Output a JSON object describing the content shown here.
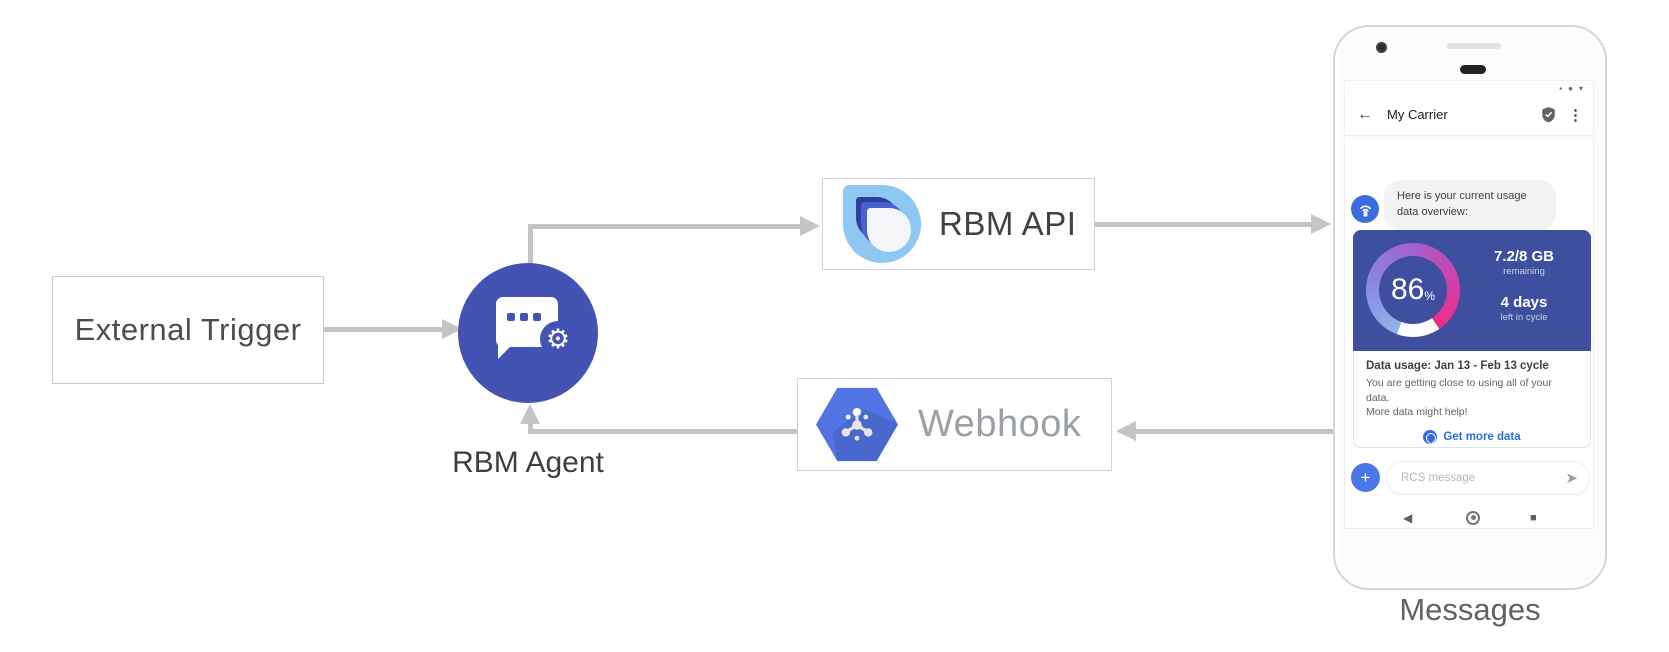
{
  "colors": {
    "arrow_gray": "#c4c4c4",
    "agent_circle": "#4253b4",
    "api_logo_light_blue": "#8ec7f2",
    "api_logo_dark_blue": "#2e3f9e",
    "webhook_hexagon_blue": "#5274e5",
    "usage_card_indigo": "#3e4f9f",
    "gauge_gradient_start": "#8fb4ec",
    "gauge_gradient_mid": "#a75ecb",
    "gauge_gradient_end": "#ef2d8a",
    "avatar_blue": "#3b6be0",
    "plus_button_blue": "#4b76e5",
    "link_blue": "#2e6be5"
  },
  "diagram": {
    "external_trigger_label": "External Trigger",
    "rbm_agent_label": "RBM Agent",
    "rbm_api_label": "RBM API",
    "webhook_label": "Webhook",
    "phone_caption": "Messages"
  },
  "phone": {
    "header": {
      "title": "My Carrier",
      "back_icon": "←",
      "menu_icon": "⋮"
    },
    "statusbar": {
      "square_icon": "▪",
      "circle_icon": "●",
      "triangle_icon": "▾"
    },
    "chat": {
      "bubble_line1": "Here is your current usage",
      "bubble_line2": "data overview:"
    },
    "usage_card": {
      "percent_value": "86",
      "percent_unit": "%",
      "remaining_value": "7.2/8 GB",
      "remaining_label": "remaining",
      "days_value": "4 days",
      "days_label": "left in cycle",
      "title": "Data usage: Jan 13 - Feb 13 cycle",
      "body_line1": "You are getting close to using all of your data.",
      "body_line2": "More data might help!",
      "cta_label": "Get more data"
    },
    "compose": {
      "placeholder": "RCS message",
      "plus_icon": "+",
      "send_icon": "➤"
    },
    "navbar": {
      "back_icon": "◀",
      "square_icon": "■"
    }
  }
}
